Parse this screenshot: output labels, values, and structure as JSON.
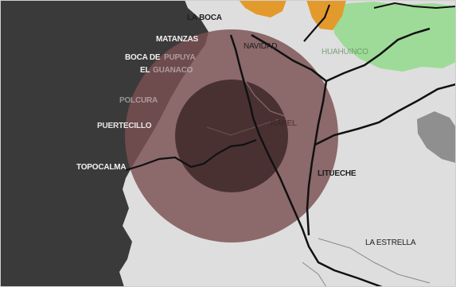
{
  "colors": {
    "ocean": "#3a3a3a",
    "land": "#dcdcdc",
    "land_light": "#e9e9e9",
    "forest": "#9fdc9a",
    "orange": "#e39a2c",
    "outer_circle": "#7a4f52",
    "inner_circle": "#3a2426",
    "roads": "#111111"
  },
  "labels": {
    "la_boca": "LA BOCA",
    "matanzas": "MATANZAS",
    "navidad": "NAVIDAD",
    "boca_de": "BOCA DE",
    "pupuya": "PUPUYA",
    "el": "EL",
    "guanaco": "GUANACO",
    "polcura": "POLCURA",
    "puertecillo": "PUERTECILLO",
    "topocalma": "TOPOCALMA",
    "huahuinco": "HUAHUINCO",
    "rapel": "RAPEL",
    "litueche": "LITUECHE",
    "la_estrella": "LA ESTRELLA"
  }
}
